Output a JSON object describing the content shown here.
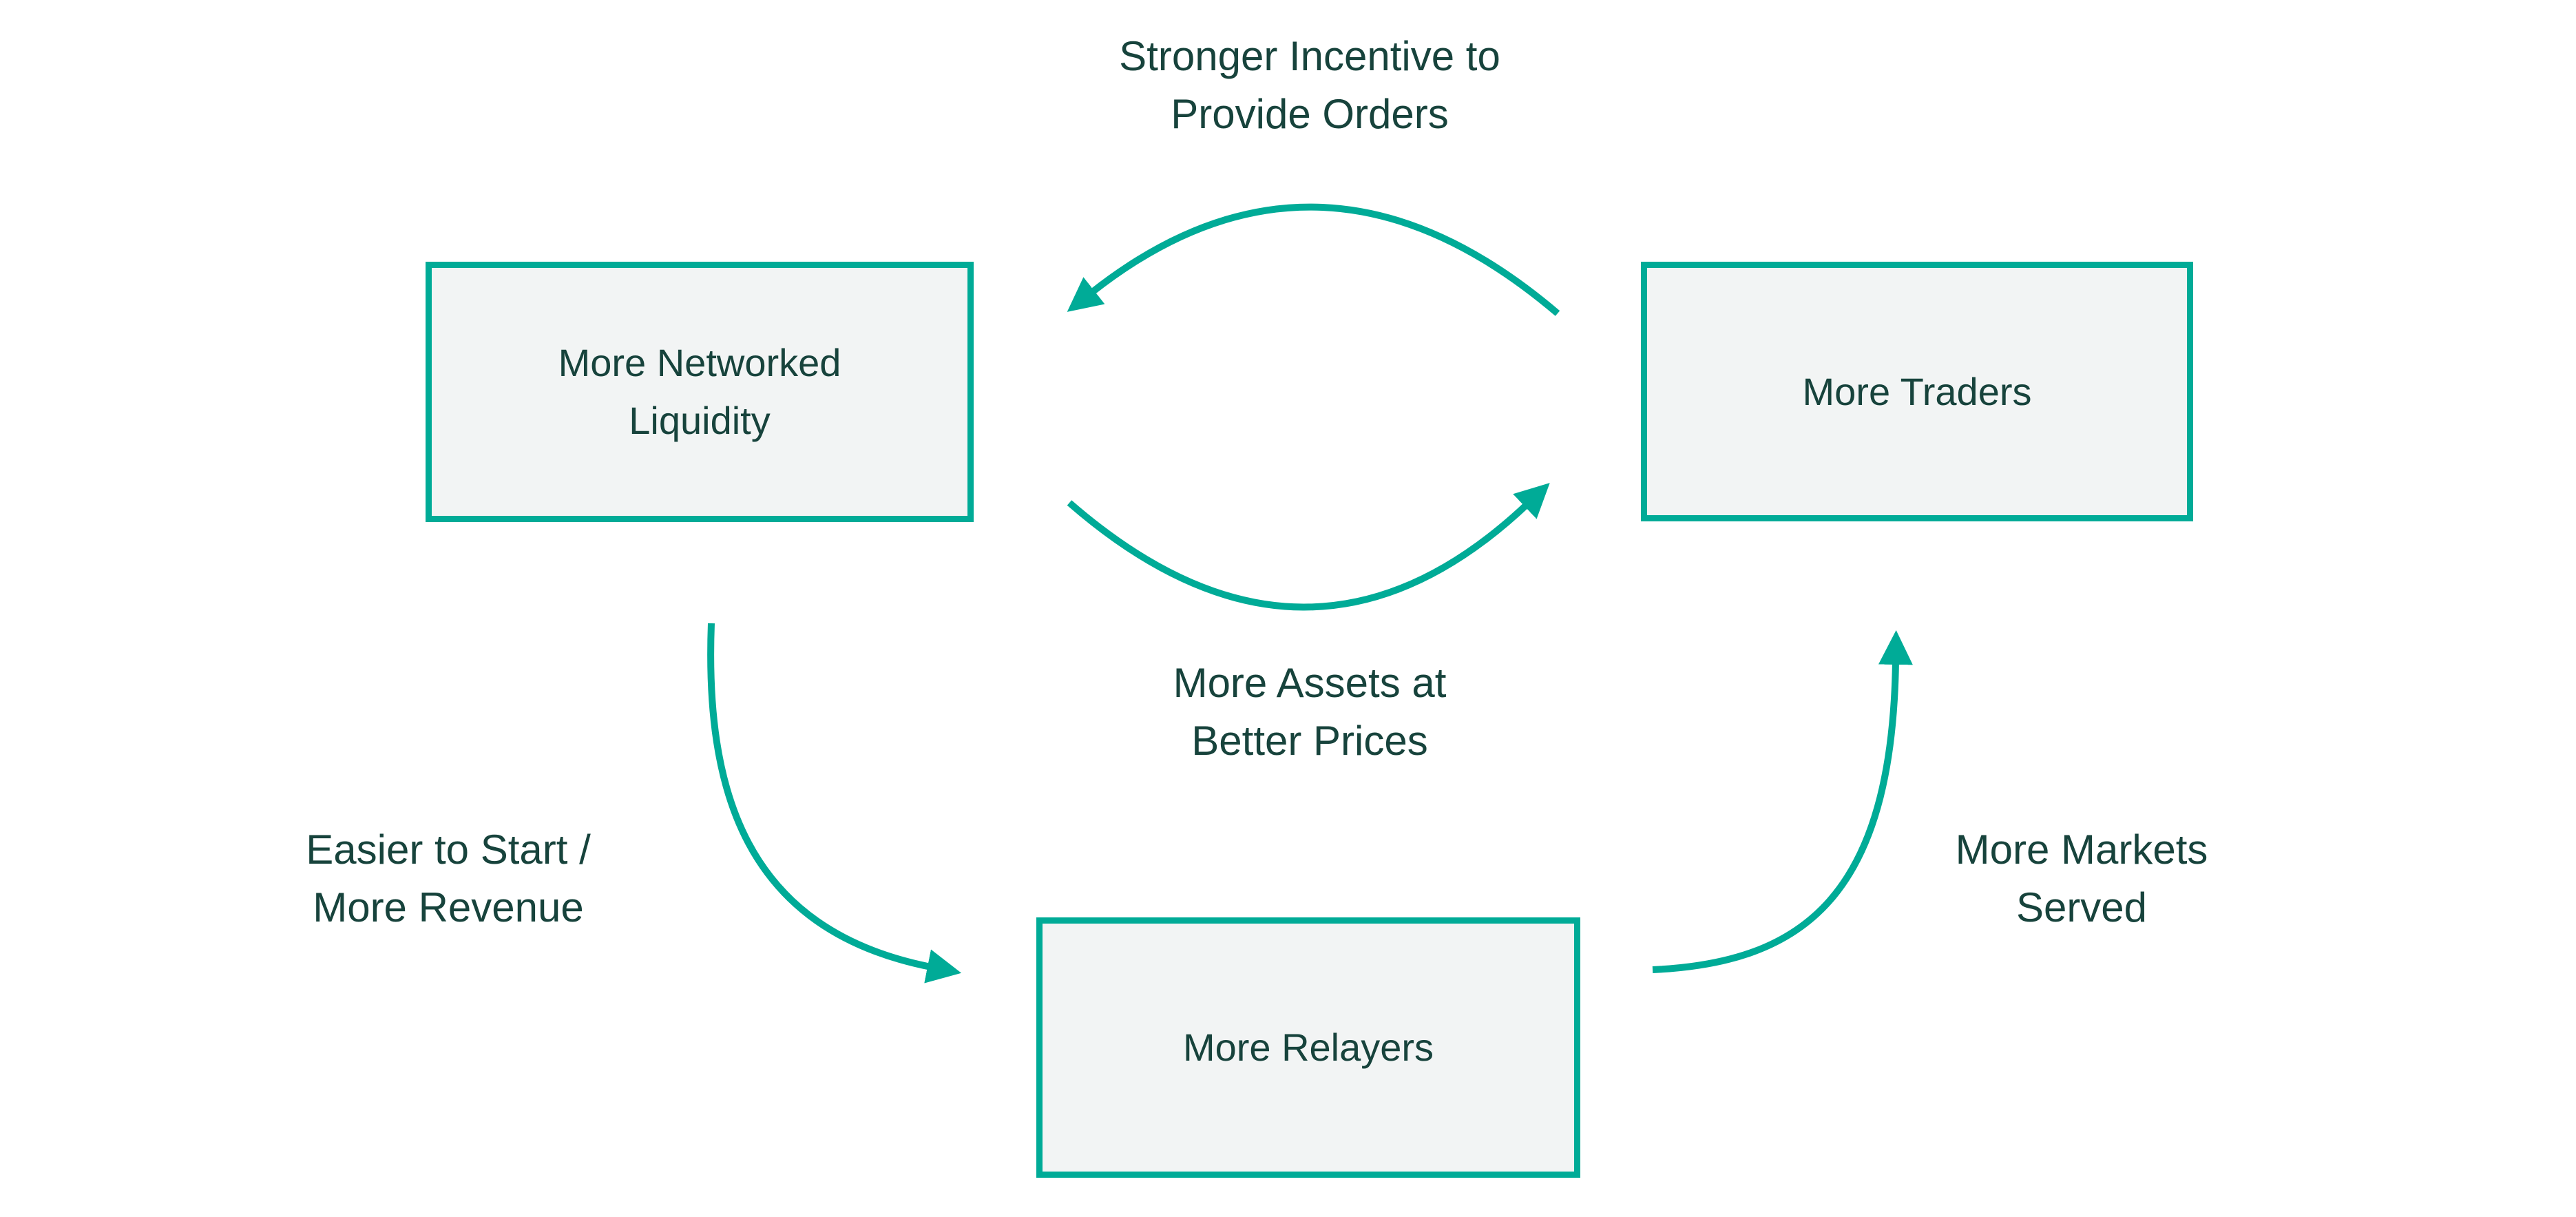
{
  "colors": {
    "accent": "#00AB97",
    "node_fill": "#F2F4F4",
    "text": "#17433C",
    "background": "#FFFFFF"
  },
  "nodes": {
    "liquidity": {
      "line1": "More Networked",
      "line2": "Liquidity"
    },
    "traders": {
      "line1": "More Traders"
    },
    "relayers": {
      "line1": "More Relayers"
    }
  },
  "labels": {
    "top": {
      "line1": "Stronger Incentive to",
      "line2": "Provide Orders"
    },
    "center": {
      "line1": "More Assets at",
      "line2": "Better Prices"
    },
    "left": {
      "line1": "Easier to Start /",
      "line2": "More Revenue"
    },
    "right": {
      "line1": "More Markets",
      "line2": "Served"
    }
  }
}
